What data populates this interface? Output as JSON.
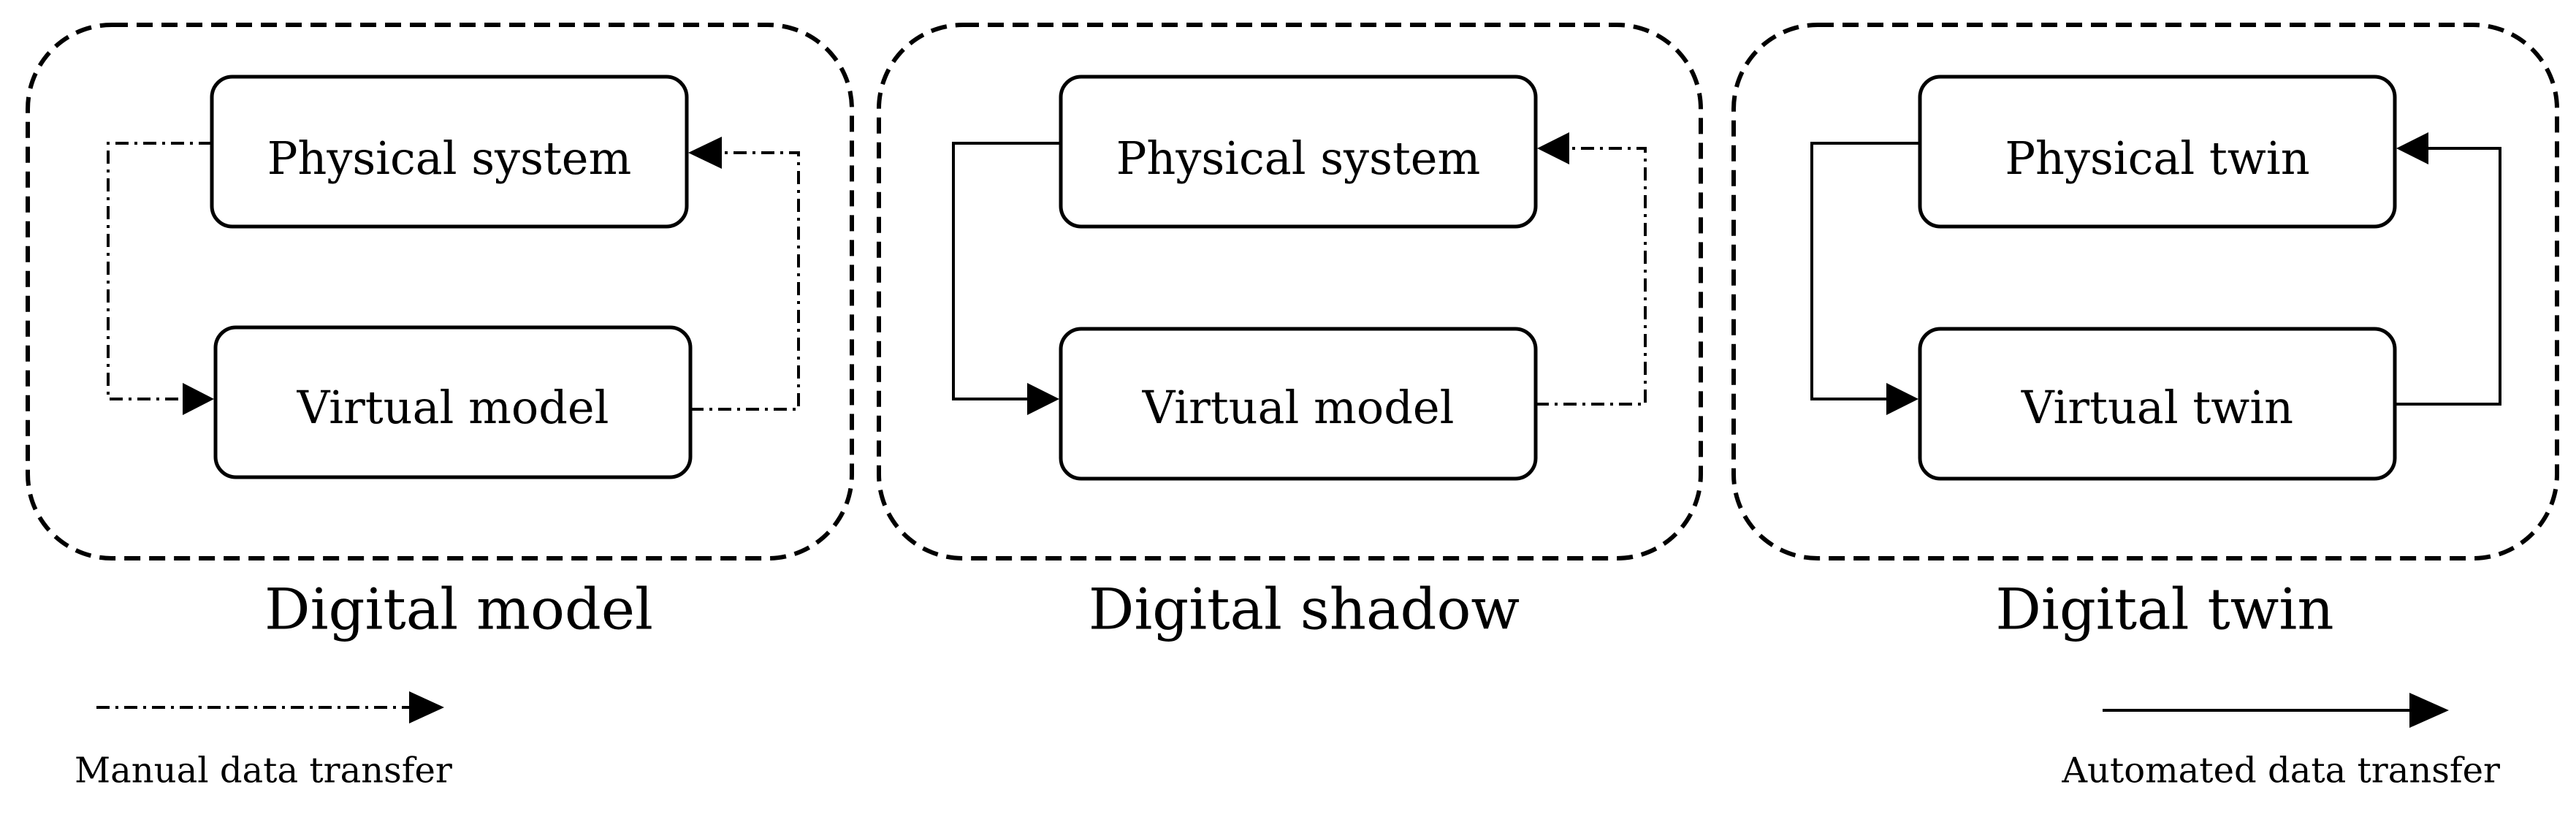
{
  "groups": [
    {
      "label": "Digital model",
      "nodes": {
        "top": "Physical system",
        "bottom": "Virtual model"
      },
      "edges": {
        "top_to_bottom": "manual",
        "bottom_to_top": "manual"
      }
    },
    {
      "label": "Digital shadow",
      "nodes": {
        "top": "Physical system",
        "bottom": "Virtual model"
      },
      "edges": {
        "top_to_bottom": "automated",
        "bottom_to_top": "manual"
      }
    },
    {
      "label": "Digital twin",
      "nodes": {
        "top": "Physical twin",
        "bottom": "Virtual twin"
      },
      "edges": {
        "top_to_bottom": "automated",
        "bottom_to_top": "automated"
      }
    }
  ],
  "legend": {
    "manual": "Manual data transfer",
    "automated": "Automated data transfer"
  },
  "colors": {
    "stroke": "#000000",
    "background": "#ffffff"
  }
}
